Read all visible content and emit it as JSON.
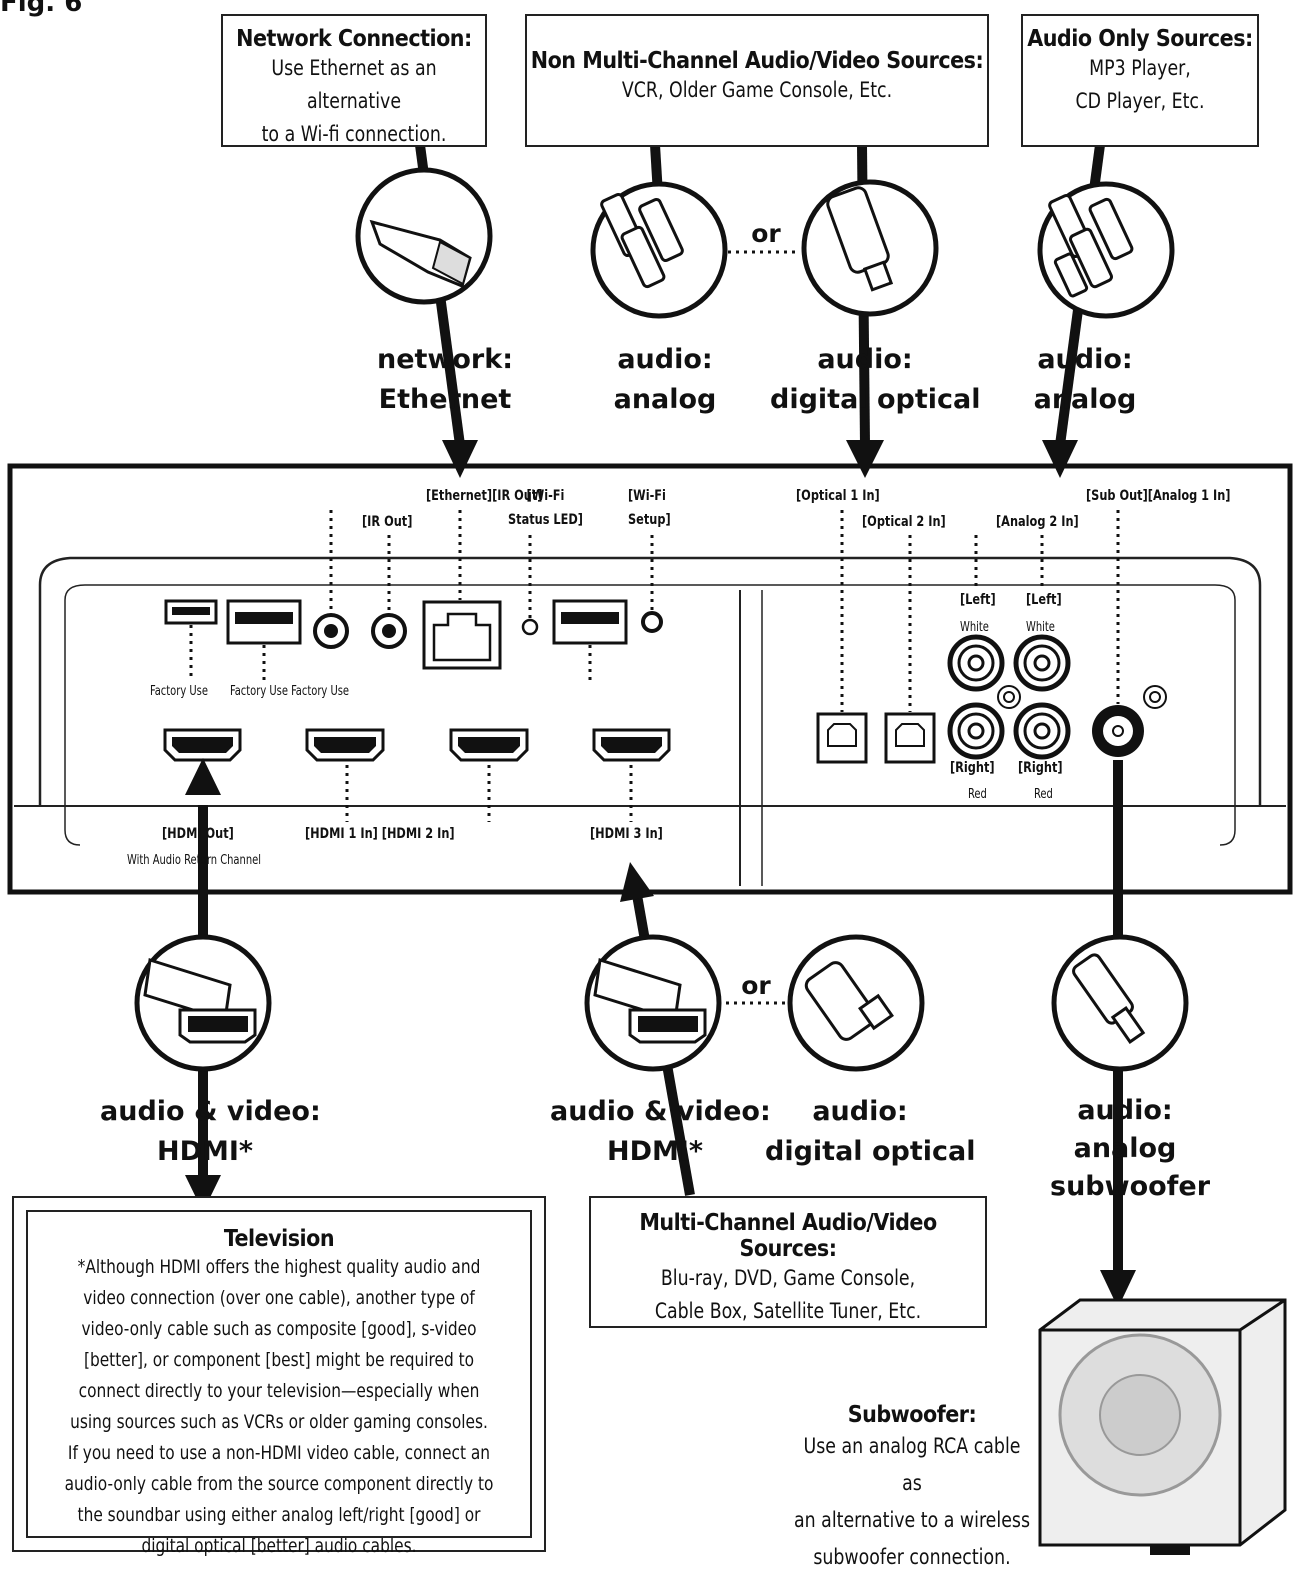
{
  "figure_label": "Fig. 6",
  "boxes": {
    "network": {
      "title": "Network Connection:",
      "lines": [
        "Use Ethernet as an alternative",
        "to a Wi-fi connection."
      ]
    },
    "non_multi": {
      "title": "Non Multi-Channel Audio/Video Sources:",
      "lines": [
        "VCR, Older Game Console, Etc."
      ]
    },
    "audio_only": {
      "title": "Audio Only Sources:",
      "lines": [
        "MP3 Player,",
        "CD Player, Etc."
      ]
    },
    "television": {
      "title": "Television",
      "body": "*Although HDMI offers the highest quality audio and video connection (over one cable), another type of video-only cable such as composite [good], s-video [better], or component [best] might be required to connect directly to your television—especially when using sources such as VCRs or older gaming consoles. If you need to use a non-HDMI video cable, connect an audio-only cable from the source component directly to the soundbar using either analog left/right [good] or digital optical [better] audio cables."
    },
    "multi": {
      "title": "Multi-Channel Audio/Video Sources:",
      "lines": [
        "Blu-ray, DVD, Game Console,",
        "Cable Box, Satellite Tuner, Etc."
      ]
    },
    "subwoofer": {
      "title": "Subwoofer:",
      "lines": [
        "Use an analog RCA cable as",
        "an alternative to a wireless",
        "subwoofer connection."
      ]
    }
  },
  "cable_labels": {
    "top_network": [
      "network:",
      "Ethernet"
    ],
    "top_analog_1": [
      "audio:",
      "analog"
    ],
    "top_optical": [
      "audio:",
      "digital optical"
    ],
    "top_analog_2": [
      "audio:",
      "analog"
    ],
    "bottom_hdmi_tv": [
      "audio & video:",
      "HDMI*"
    ],
    "bottom_hdmi_src": [
      "audio & video:",
      "HDMI*"
    ],
    "bottom_optical": [
      "audio:",
      "digital optical"
    ],
    "bottom_sub": [
      "audio:",
      "analog",
      "subwoofer"
    ]
  },
  "or_labels": [
    "or",
    "or"
  ],
  "port_labels": {
    "ethernet_irout": "[Ethernet][IR Out]",
    "ir_out": "[IR Out]",
    "wifi_led": [
      "[Wi-Fi",
      "Status LED]"
    ],
    "wifi_setup": [
      "[Wi-Fi",
      "Setup]"
    ],
    "optical_1": "[Optical 1 In]",
    "optical_2": "[Optical 2 In]",
    "analog_2": "[Analog 2 In]",
    "sub_analog1": "[Sub Out][Analog 1 In]",
    "left_1": "[Left]",
    "left_2": "[Left]",
    "white_1": "White",
    "white_2": "White",
    "right_1": "[Right]",
    "right_2": "[Right]",
    "red_1": "Red",
    "red_2": "Red",
    "factory_1": "Factory Use",
    "factory_2": "Factory Use Factory Use",
    "hdmi_out": "[HDMI Out]",
    "hdmi_out_sub": "With Audio Return Channel",
    "hdmi_1_2": "[HDMI 1 In] [HDMI 2 In]",
    "hdmi_3": "[HDMI 3 In]"
  }
}
